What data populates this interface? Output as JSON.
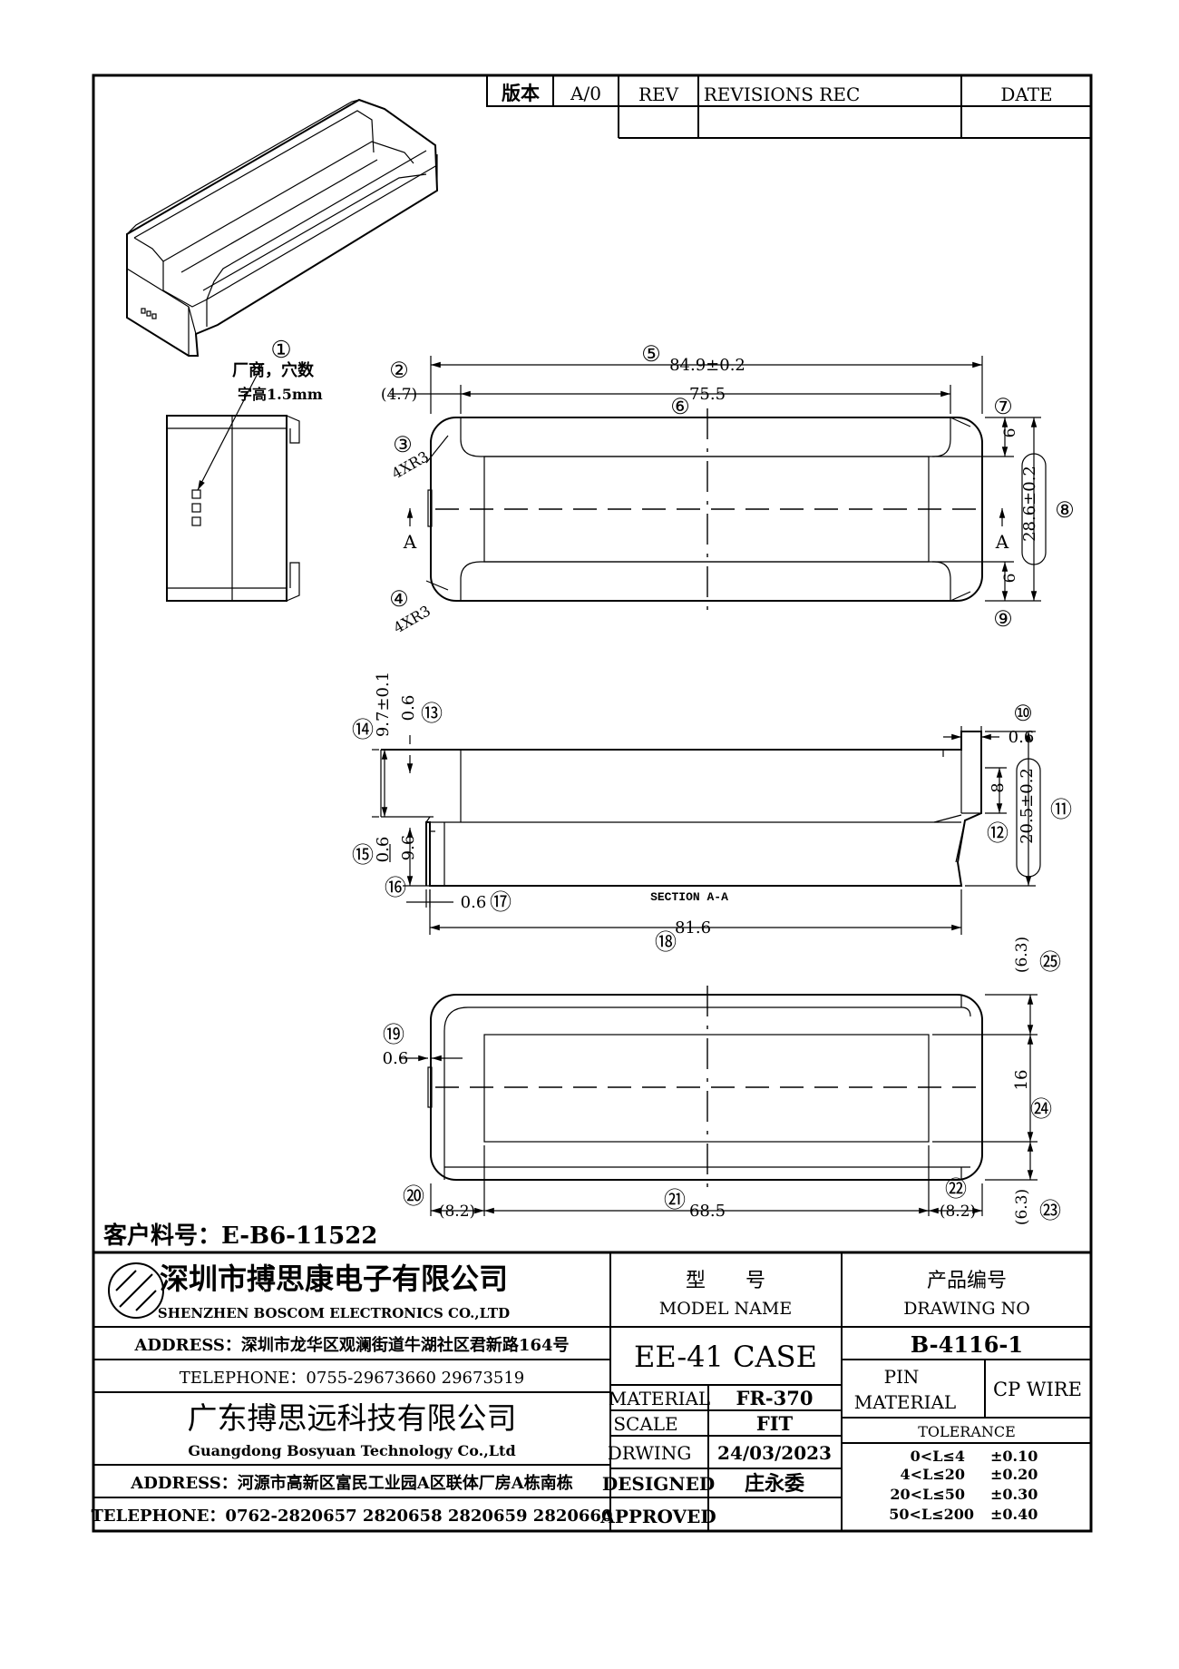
{
  "revision_table": {
    "version_label": "版本",
    "version_value": "A/0",
    "rev_header": "REV",
    "records_header": "REVISIONS REC",
    "date_header": "DATE"
  },
  "note": {
    "line1": "厂商，穴数",
    "line2": "字高1.5mm"
  },
  "callouts": [
    "①",
    "②",
    "③",
    "④",
    "⑤",
    "⑥",
    "⑦",
    "⑧",
    "⑨",
    "⑩",
    "⑪",
    "⑫",
    "⑬",
    "⑭",
    "⑮",
    "⑯",
    "⑰",
    "⑱",
    "⑲",
    "⑳",
    "㉑",
    "㉒",
    "㉓",
    "㉔",
    "㉕"
  ],
  "dimensions": {
    "top_length": "84.9±0.2",
    "top_inner": "75.5",
    "top_offset": "(4.7)",
    "radius_top": "4XR3",
    "radius_bottom": "4XR3",
    "rail_top": "6",
    "rail_bottom": "6",
    "width": "28.6±0.2",
    "section_left_mark": "A",
    "section_right_mark": "A",
    "height": "9.7±0.1",
    "wall_top": "0.6",
    "right_wall": "0.6",
    "right_step": "8",
    "total_height": "20.5±0.2",
    "left_lower": "0.6",
    "lower_height": "9.6",
    "bottom_wall": "0.6",
    "section_title": "SECTION A-A",
    "section_length": "81.6",
    "bottom_side_wall": "0.6",
    "bottom_top_gap": "(6.3)",
    "bottom_bottom_gap": "(6.3)",
    "bottom_mid": "16",
    "bottom_left_off": "(8.2)",
    "bottom_right_off": "(8.2)",
    "bottom_length": "68.5"
  },
  "customer_part": "客户料号：E-B6-11522",
  "company1": {
    "name_cn": "深圳市搏思康电子有限公司",
    "name_en": "SHENZHEN BOSCOM ELECTRONICS CO.,LTD",
    "address": "ADDRESS：深圳市龙华区观澜街道牛湖社区君新路164号",
    "telephone": "TELEPHONE：0755-29673660 29673519"
  },
  "company2": {
    "name_cn": "广东搏思远科技有限公司",
    "name_en": "Guangdong Bosyuan Technology Co.,Ltd",
    "address": "ADDRESS：河源市高新区富民工业园A区联体厂房A栋南栋",
    "telephone": "TELEPHONE：0762-2820657 2820658 2820659 2820660"
  },
  "title_block": {
    "model_cn": "型　　号",
    "model_en": "MODEL NAME",
    "drawing_cn": "产品编号",
    "drawing_en": "DRAWING NO",
    "model_value": "EE-41 CASE",
    "drawing_value": "B-4116-1",
    "material_label": "MATERIAL",
    "material_value": "FR-370",
    "scale_label": "SCALE",
    "scale_value": "FIT",
    "drwing_label": "DRWING",
    "drwing_value": "24/03/2023",
    "designed_label": "DESIGNED",
    "designed_value": "庄永委",
    "approved_label": "APPROVED",
    "approved_value": "",
    "pin_label_1": "PIN",
    "pin_label_2": "MATERIAL",
    "pin_value": "CP WIRE",
    "tolerance_label": "TOLERANCE",
    "tolerances": [
      {
        "range": "0<L≤4",
        "value": "±0.10"
      },
      {
        "range": "4<L≤20",
        "value": "±0.20"
      },
      {
        "range": "20<L≤50",
        "value": "±0.30"
      },
      {
        "range": "50<L≤200",
        "value": "±0.40"
      }
    ]
  }
}
